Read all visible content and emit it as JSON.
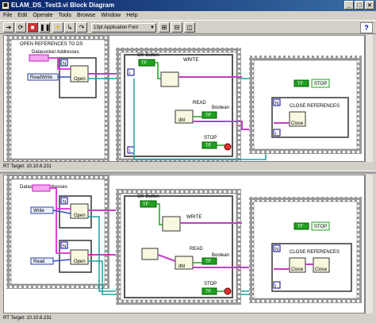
{
  "window": {
    "title": "ELAM_DS_Test3.vi Block Diagram"
  },
  "menu": [
    "File",
    "Edit",
    "Operate",
    "Tools",
    "Browse",
    "Window",
    "Help"
  ],
  "toolbar": {
    "font": "13pt Application Font"
  },
  "status": {
    "rt_target": "RT Target: 10.10.6.231"
  },
  "top": {
    "seq_label": "OPEN REFERENCES TO DS",
    "ds_addresses": "Datasocket Addresses",
    "read_write": "ReadWrite",
    "open": "Open",
    "ok_button": "OK Button",
    "write": "WRITE",
    "read": "READ",
    "boolean": "Boolean",
    "stop": "STOP",
    "close_refs": "CLOSE REFERENCES",
    "close": "Close",
    "tf": "TF",
    "n": "N",
    "i": "i",
    "dbl": "dbl"
  },
  "bottom": {
    "ds_addresses": "Datasocket Addresses",
    "write": "Write",
    "read": "Read",
    "open": "Open",
    "ok_button": "OK Button",
    "write_lbl": "WRITE",
    "read_lbl": "READ",
    "boolean": "Boolean",
    "stop": "STOP",
    "close_refs": "CLOSE REFERENCES",
    "close": "Close",
    "tf": "TF",
    "n": "N",
    "i": "i",
    "dbl": "dbl"
  }
}
